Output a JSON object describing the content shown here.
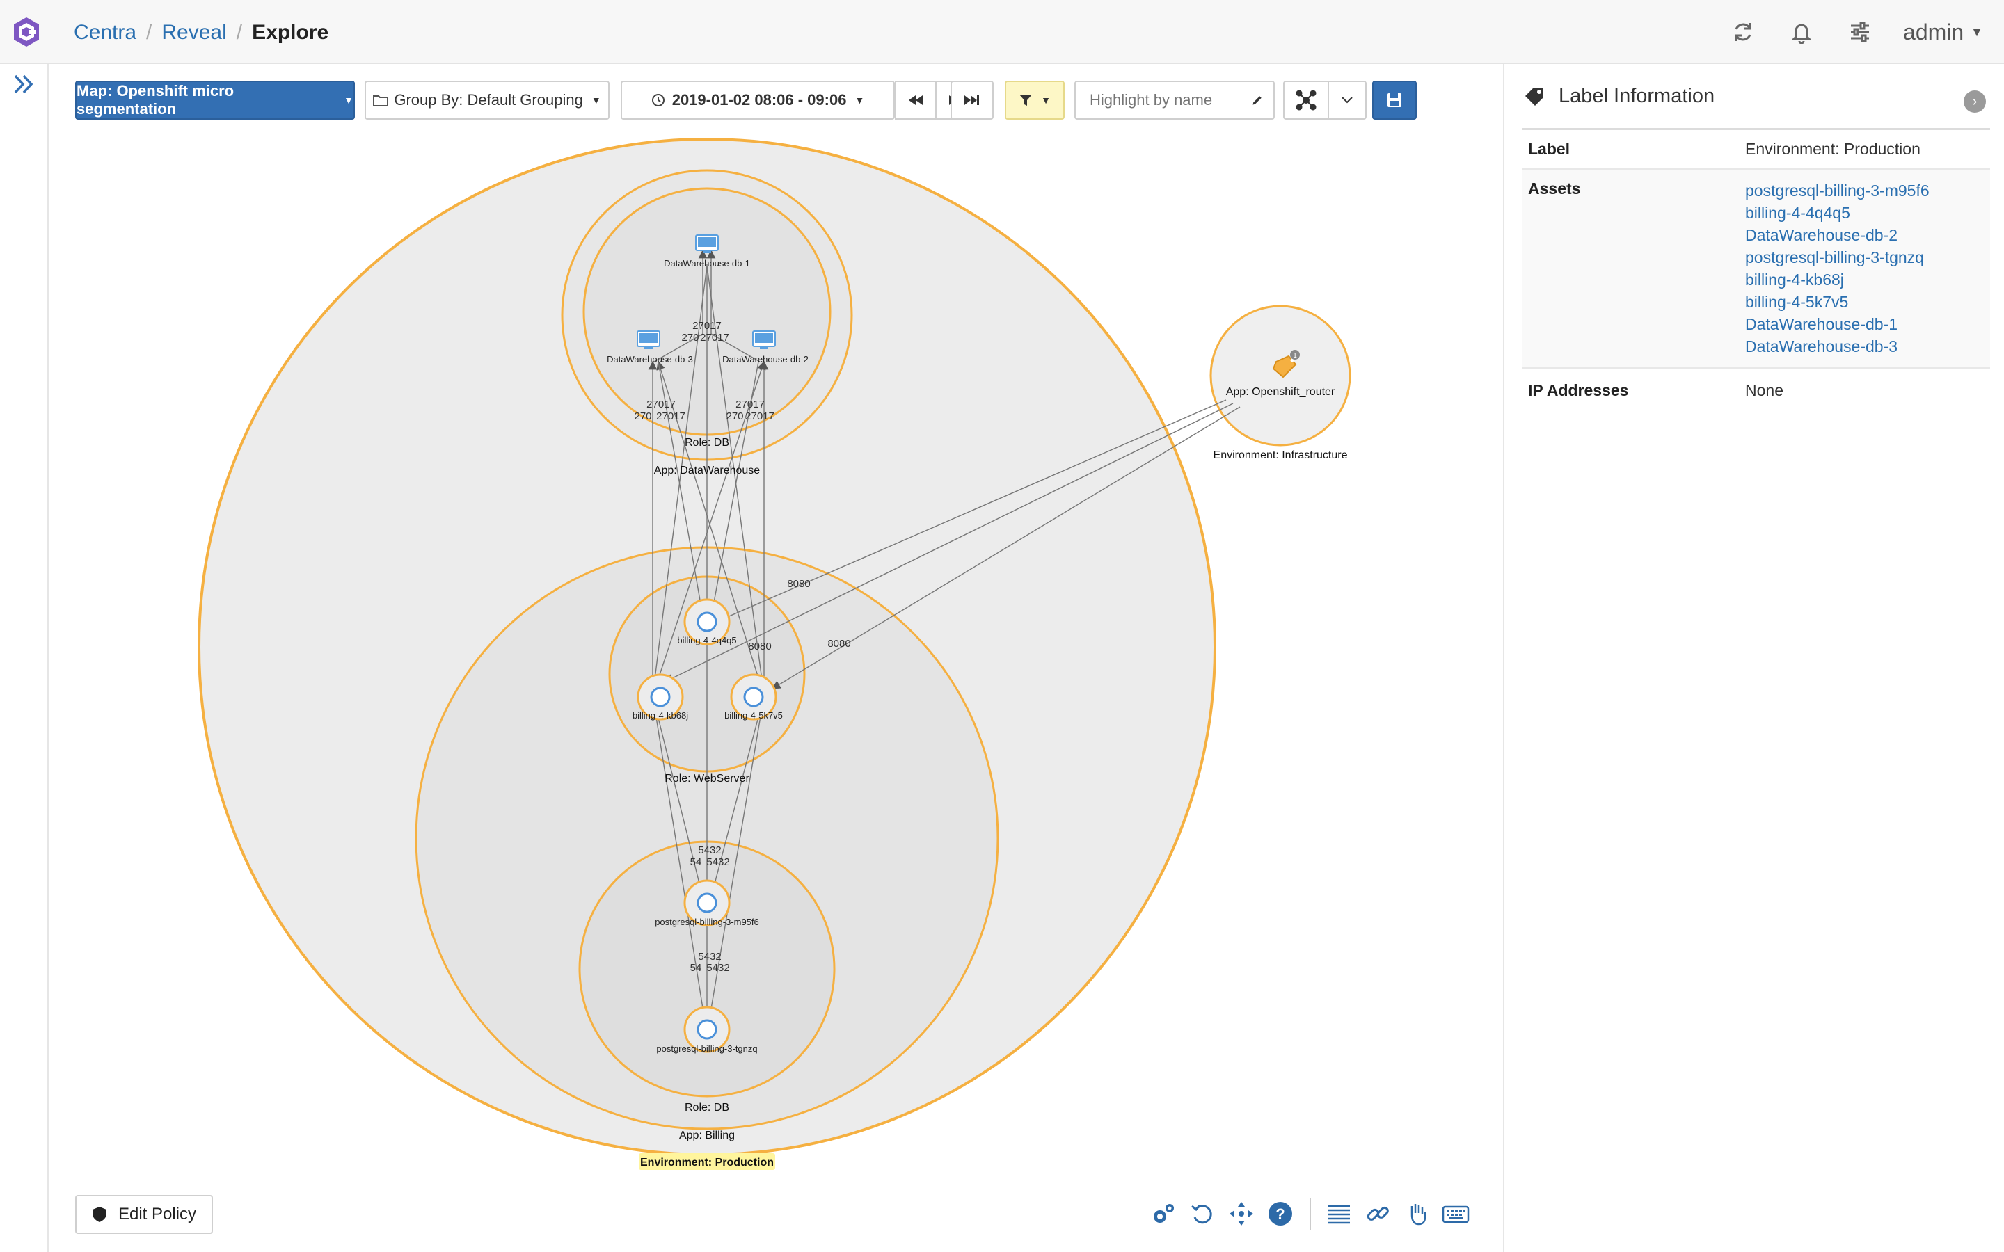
{
  "breadcrumb": {
    "items": [
      "Centra",
      "Reveal"
    ],
    "current": "Explore"
  },
  "topbar": {
    "user": "admin",
    "icons": [
      "refresh-icon",
      "bell-icon",
      "sliders-icon"
    ]
  },
  "toolbar": {
    "map_label": "Map: Openshift micro segmentation",
    "group_by_label": "Group By: Default Grouping",
    "time_range": "2019-01-02 08:06 - 09:06",
    "highlight_placeholder": "Highlight by name"
  },
  "map": {
    "env_production": "Environment: Production",
    "env_infrastructure": "Environment: Infrastructure",
    "app_datawarehouse": "App: DataWarehouse",
    "role_db_top": "Role: DB",
    "app_billing": "App: Billing",
    "role_webserver": "Role: WebServer",
    "role_db_bottom": "Role: DB",
    "app_router": "App: Openshift_router",
    "router_badge": "1",
    "nodes": {
      "dw1": "DataWarehouse-db-1",
      "dw2": "DataWarehouse-db-2",
      "dw3": "DataWarehouse-db-3",
      "b4q": "billing-4-4q4q5",
      "bkb": "billing-4-kb68j",
      "b5k": "billing-4-5k7v5",
      "pgm": "postgresql-billing-3-m95f6",
      "pgt": "postgresql-billing-3-tgnzq"
    },
    "port_labels": {
      "p27017": "27017",
      "p270": "270",
      "p8080": "8080",
      "p5432": "5432",
      "p54": "54"
    }
  },
  "panel": {
    "title": "Label Information",
    "label_key": "Label",
    "label_value": "Environment: Production",
    "assets_key": "Assets",
    "assets": [
      "postgresql-billing-3-m95f6",
      "billing-4-4q4q5",
      "DataWarehouse-db-2",
      "postgresql-billing-3-tgnzq",
      "billing-4-kb68j",
      "billing-4-5k7v5",
      "DataWarehouse-db-1",
      "DataWarehouse-db-3"
    ],
    "ip_key": "IP Addresses",
    "ip_value": "None"
  },
  "bottom": {
    "edit_policy": "Edit Policy",
    "tools": [
      "gears-icon",
      "undo-icon",
      "move-icon",
      "help-icon",
      "list-icon",
      "link-icon",
      "hand-icon",
      "keyboard-icon"
    ]
  },
  "colors": {
    "accent": "#336fb3",
    "orange": "#f5b041",
    "link": "#2a6fb0",
    "highlight": "#fff59d"
  }
}
